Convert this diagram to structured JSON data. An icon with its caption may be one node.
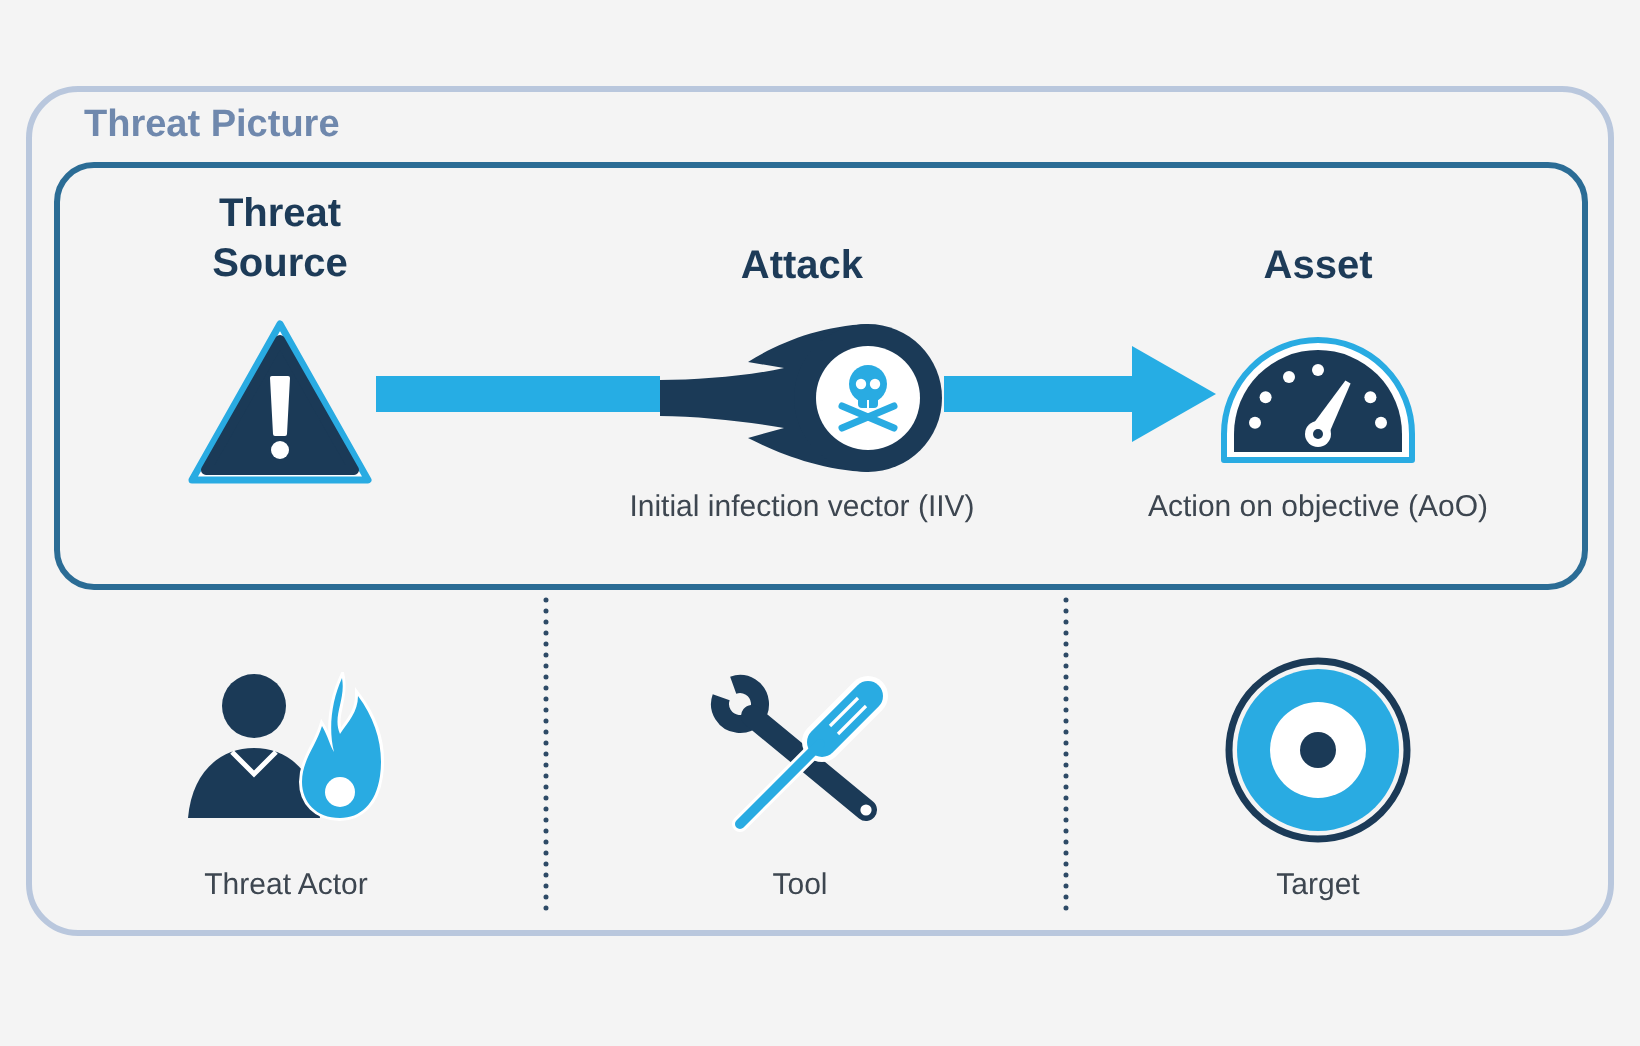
{
  "diagram": {
    "nodes": [
      {
        "text": [
          "Threat Picture"
        ]
      },
      {
        "text": [],
        "shape": "box",
        "in": 0
      },
      {
        "text": [
          "Threat Source"
        ],
        "in": 1
      },
      {
        "text": [
          "Attack"
        ],
        "beside": [
          "Initial infection vector (IIV)"
        ],
        "in": 1
      },
      {
        "text": [
          "Asset"
        ],
        "beside": [
          "Action on objective (AoO)"
        ],
        "in": 1
      },
      {
        "text": [
          "Threat Actor"
        ],
        "in": 0
      },
      {
        "text": [
          "Tool"
        ],
        "in": 0
      },
      {
        "text": [
          "Target"
        ],
        "in": 0
      }
    ],
    "edges": [
      {
        "from": 2,
        "to": 3,
        "arrow": "none"
      },
      {
        "from": 3,
        "to": 4,
        "arrow": "to"
      }
    ]
  }
}
